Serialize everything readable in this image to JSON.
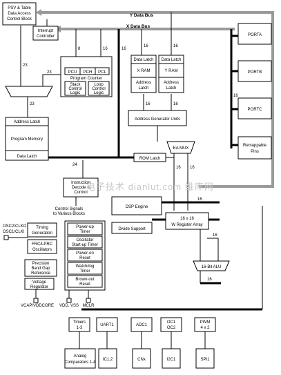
{
  "buses": {
    "y_data_bus": "Y Data Bus",
    "x_data_bus": "X Data Bus"
  },
  "blocks": {
    "psv_control": [
      "PSV & Table",
      "Data Access",
      "Control Block"
    ],
    "interrupt_controller": [
      "Interrupt",
      "Controller"
    ],
    "porta": "PORTA",
    "portb": "PORTB",
    "portc": "PORTC",
    "remappable_pins": [
      "Remappable",
      "Pins"
    ],
    "data_latch": "Data Latch",
    "x_ram": "X RAM",
    "y_ram": "Y RAM",
    "address_latch": [
      "Address",
      "Latch"
    ],
    "program_counter": {
      "regs": [
        "PCU",
        "PCH",
        "PCL"
      ],
      "label": "Program Counter",
      "stack": [
        "Stack",
        "Control",
        "Logic"
      ],
      "loop": [
        "Loop",
        "Control",
        "Logic"
      ]
    },
    "address_generator": "Address Generator Units",
    "program_memory": {
      "address_latch": "Address Latch",
      "label": "Program Memory",
      "data_latch": "Data Latch"
    },
    "ea_mux": "EA MUX",
    "rom_latch": "ROM Latch",
    "instruction_decode": [
      "Instruction",
      "Decode &",
      "Control"
    ],
    "control_signals": [
      "Control Signals",
      "to Various Blocks"
    ],
    "dsp_engine": "DSP Engine",
    "divide_support": "Divide Support",
    "w_register_array": [
      "16 x 16",
      "W Register Array"
    ],
    "alu": "16-Bit ALU",
    "osc_pins": [
      "OSC2/CLKO",
      "OSC1/CLKI"
    ],
    "timing_generation": [
      "Timing",
      "Generation"
    ],
    "frc_lprc": [
      "FRC/LPRC",
      "Oscillators"
    ],
    "precision_bandgap": [
      "Precision",
      "Band Gap",
      "Reference"
    ],
    "voltage_regulator": [
      "Voltage",
      "Regulator"
    ],
    "power_up_timer": [
      "Power-up",
      "Timer"
    ],
    "osc_startup_timer": [
      "Oscillator",
      "Start-up Timer"
    ],
    "power_on_reset": [
      "Power-on",
      "Reset"
    ],
    "watchdog_timer": [
      "Watchdog",
      "Timer"
    ],
    "brown_out_reset": [
      "Brown-out",
      "Reset"
    ],
    "vcap_pin": "VCAP/VDDCORE",
    "vdd_vss_pin": "VDD, VSS",
    "mclr_pin": "MCLR",
    "timers": [
      "Timers",
      "1-3"
    ],
    "uart1": "UART1",
    "adc1": "ADC1",
    "oc": [
      "OC1",
      "OC2"
    ],
    "pwm": [
      "PWM",
      "4 x 2"
    ],
    "analog_comparators": [
      "Analog",
      "Comparators 1-4"
    ],
    "ic12": "IC1,2",
    "cnx": "CNx",
    "i2c1": "I2C1",
    "spi1": "SPI1"
  },
  "bus_widths": {
    "w8": "8",
    "w16": "16",
    "w23": "23",
    "w24": "24"
  },
  "watermark": "电子技术 dianlut.com 维库网"
}
